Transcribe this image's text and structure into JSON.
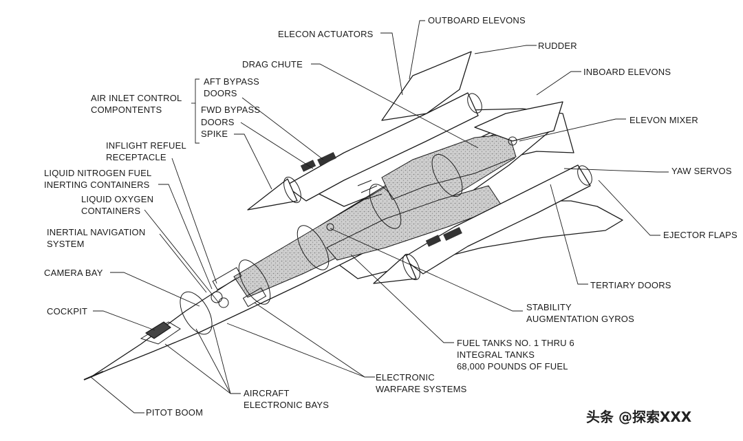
{
  "labels": {
    "outboard_elevons": "OUTBOARD ELEVONS",
    "elecon_actuators": "ELECON ACTUATORS",
    "rudder": "RUDDER",
    "drag_chute": "DRAG CHUTE",
    "inboard_elevons": "INBOARD ELEVONS",
    "aft_bypass_doors": [
      "AFT BYPASS",
      "DOORS"
    ],
    "air_inlet_control": [
      "AIR INLET CONTROL",
      "COMPONTENTS"
    ],
    "fwd_bypass_doors": [
      "FWD BYPASS",
      "DOORS"
    ],
    "spike": "SPIKE",
    "elevon_mixer": "ELEVON MIXER",
    "inflight_refuel": [
      "INFLIGHT REFUEL",
      "RECEPTACLE"
    ],
    "yaw_servos": "YAW SERVOS",
    "liquid_nitrogen": [
      "LIQUID NITROGEN FUEL",
      "INERTING CONTAINERS"
    ],
    "liquid_oxygen": [
      "LIQUID OXYGEN",
      "CONTAINERS"
    ],
    "ejector_flaps": "EJECTOR FLAPS",
    "inertial_nav": [
      "INERTIAL NAVIGATION",
      "SYSTEM"
    ],
    "camera_bay": "CAMERA BAY",
    "tertiary_doors": "TERTIARY DOORS",
    "stability_gyros": [
      "STABILITY",
      "AUGMENTATION GYROS"
    ],
    "cockpit": "COCKPIT",
    "fuel_tanks": [
      "FUEL TANKS NO. 1 THRU 6",
      "INTEGRAL TANKS",
      "68,000 POUNDS OF FUEL"
    ],
    "electronic_warfare": [
      "ELECTRONIC",
      "WARFARE SYSTEMS"
    ],
    "aircraft_bays": [
      "AIRCRAFT",
      "ELECTRONIC BAYS"
    ],
    "pitot_boom": "PITOT BOOM"
  },
  "watermark": "头条 @探索XXX"
}
